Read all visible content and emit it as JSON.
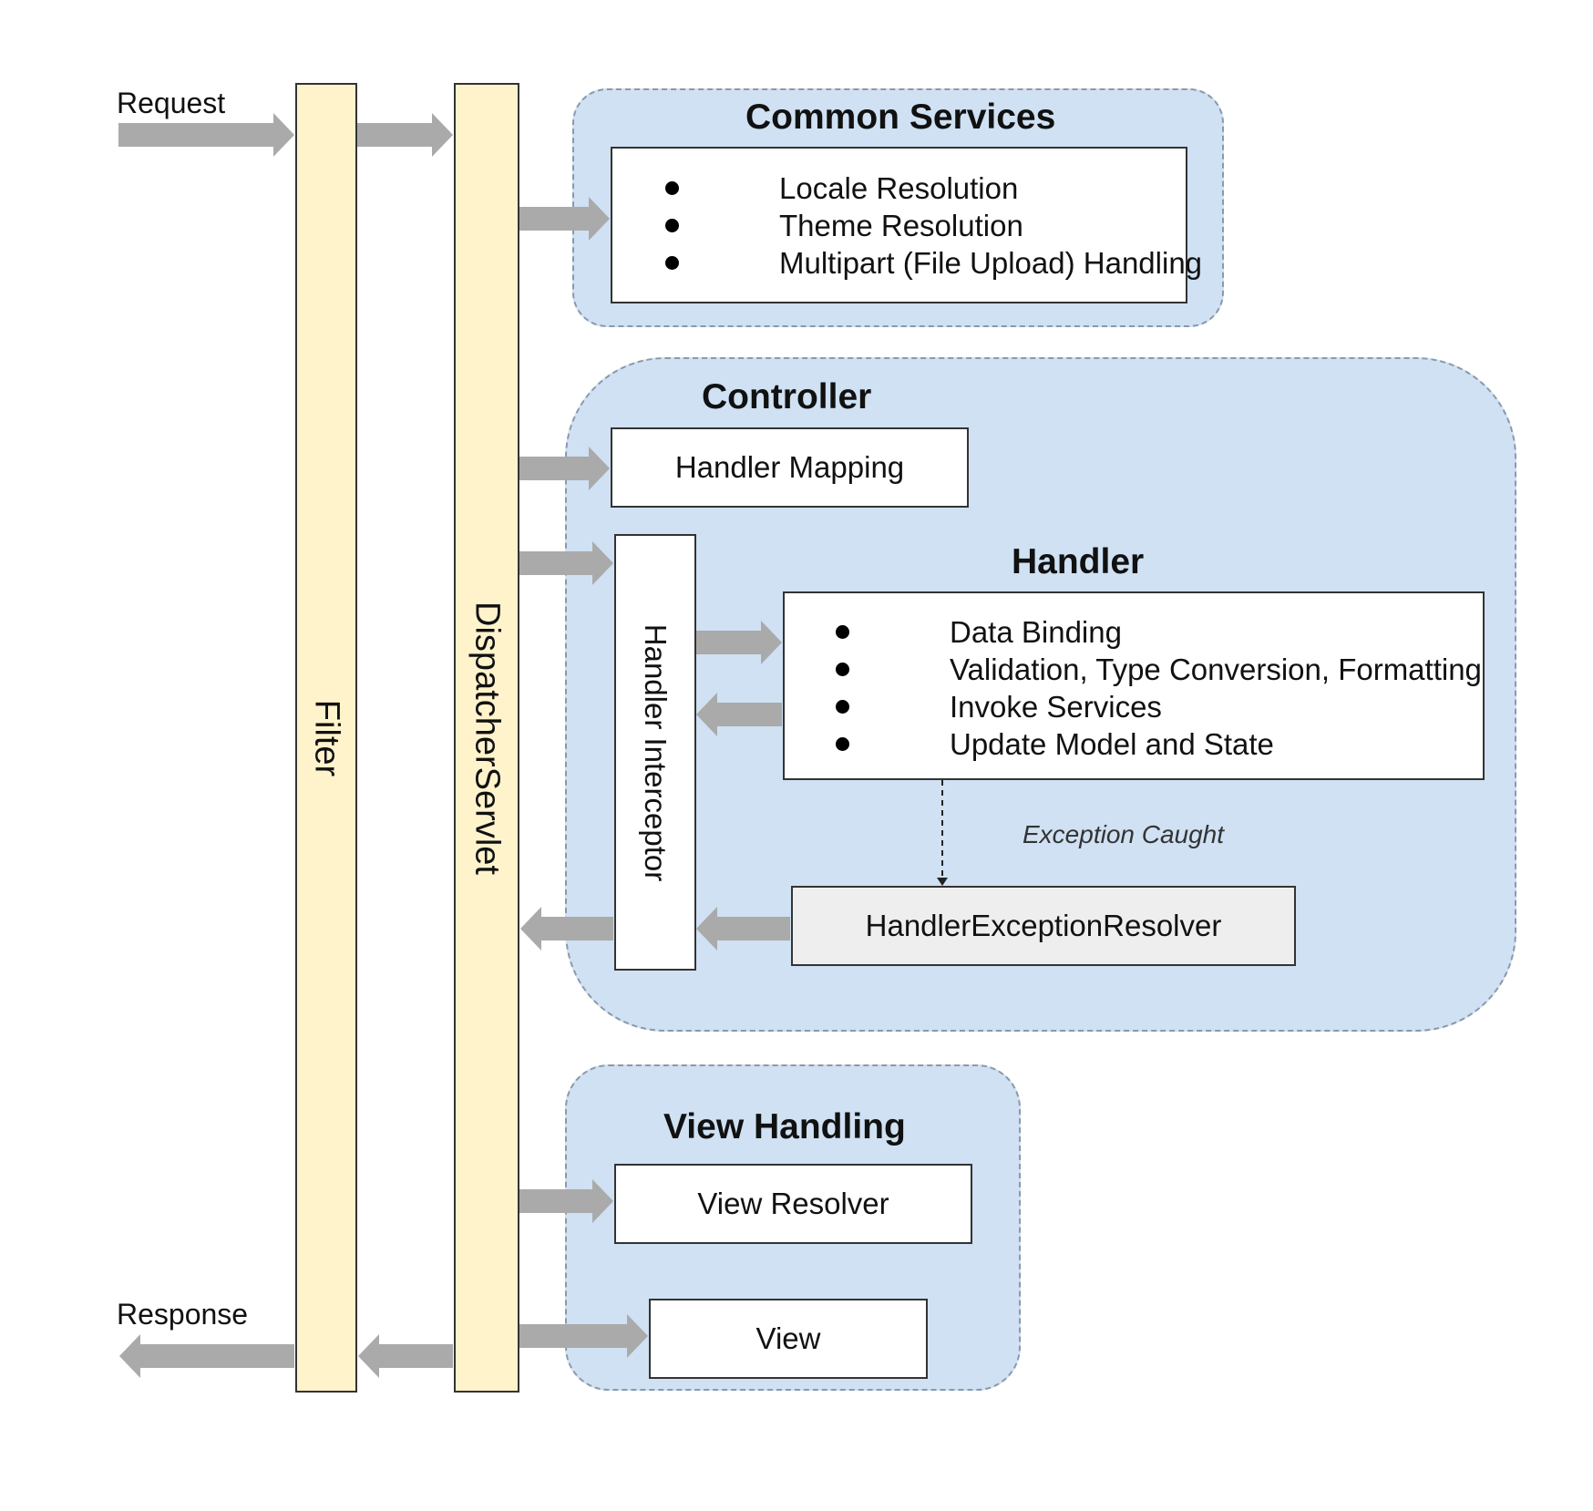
{
  "io": {
    "request": "Request",
    "response": "Response"
  },
  "filter": {
    "label": "Filter"
  },
  "dispatcher": {
    "label": "DispatcherServlet"
  },
  "common_services": {
    "title": "Common Services",
    "items": [
      "Locale Resolution",
      "Theme Resolution",
      "Multipart (File Upload) Handling"
    ]
  },
  "controller": {
    "title": "Controller",
    "handler_mapping": "Handler Mapping",
    "handler_interceptor": "Handler Interceptor",
    "handler": {
      "title": "Handler",
      "items": [
        "Data Binding",
        "Validation, Type Conversion, Formatting",
        "Invoke Services",
        "Update Model and State"
      ]
    },
    "exception_caught": "Exception Caught",
    "exception_resolver": "HandlerExceptionResolver"
  },
  "view_handling": {
    "title": "View Handling",
    "view_resolver": "View Resolver",
    "view": "View"
  },
  "colors": {
    "bar_fill": "#fff3cc",
    "group_fill": "#cfe1f3",
    "arrow": "#aaaaaa"
  }
}
